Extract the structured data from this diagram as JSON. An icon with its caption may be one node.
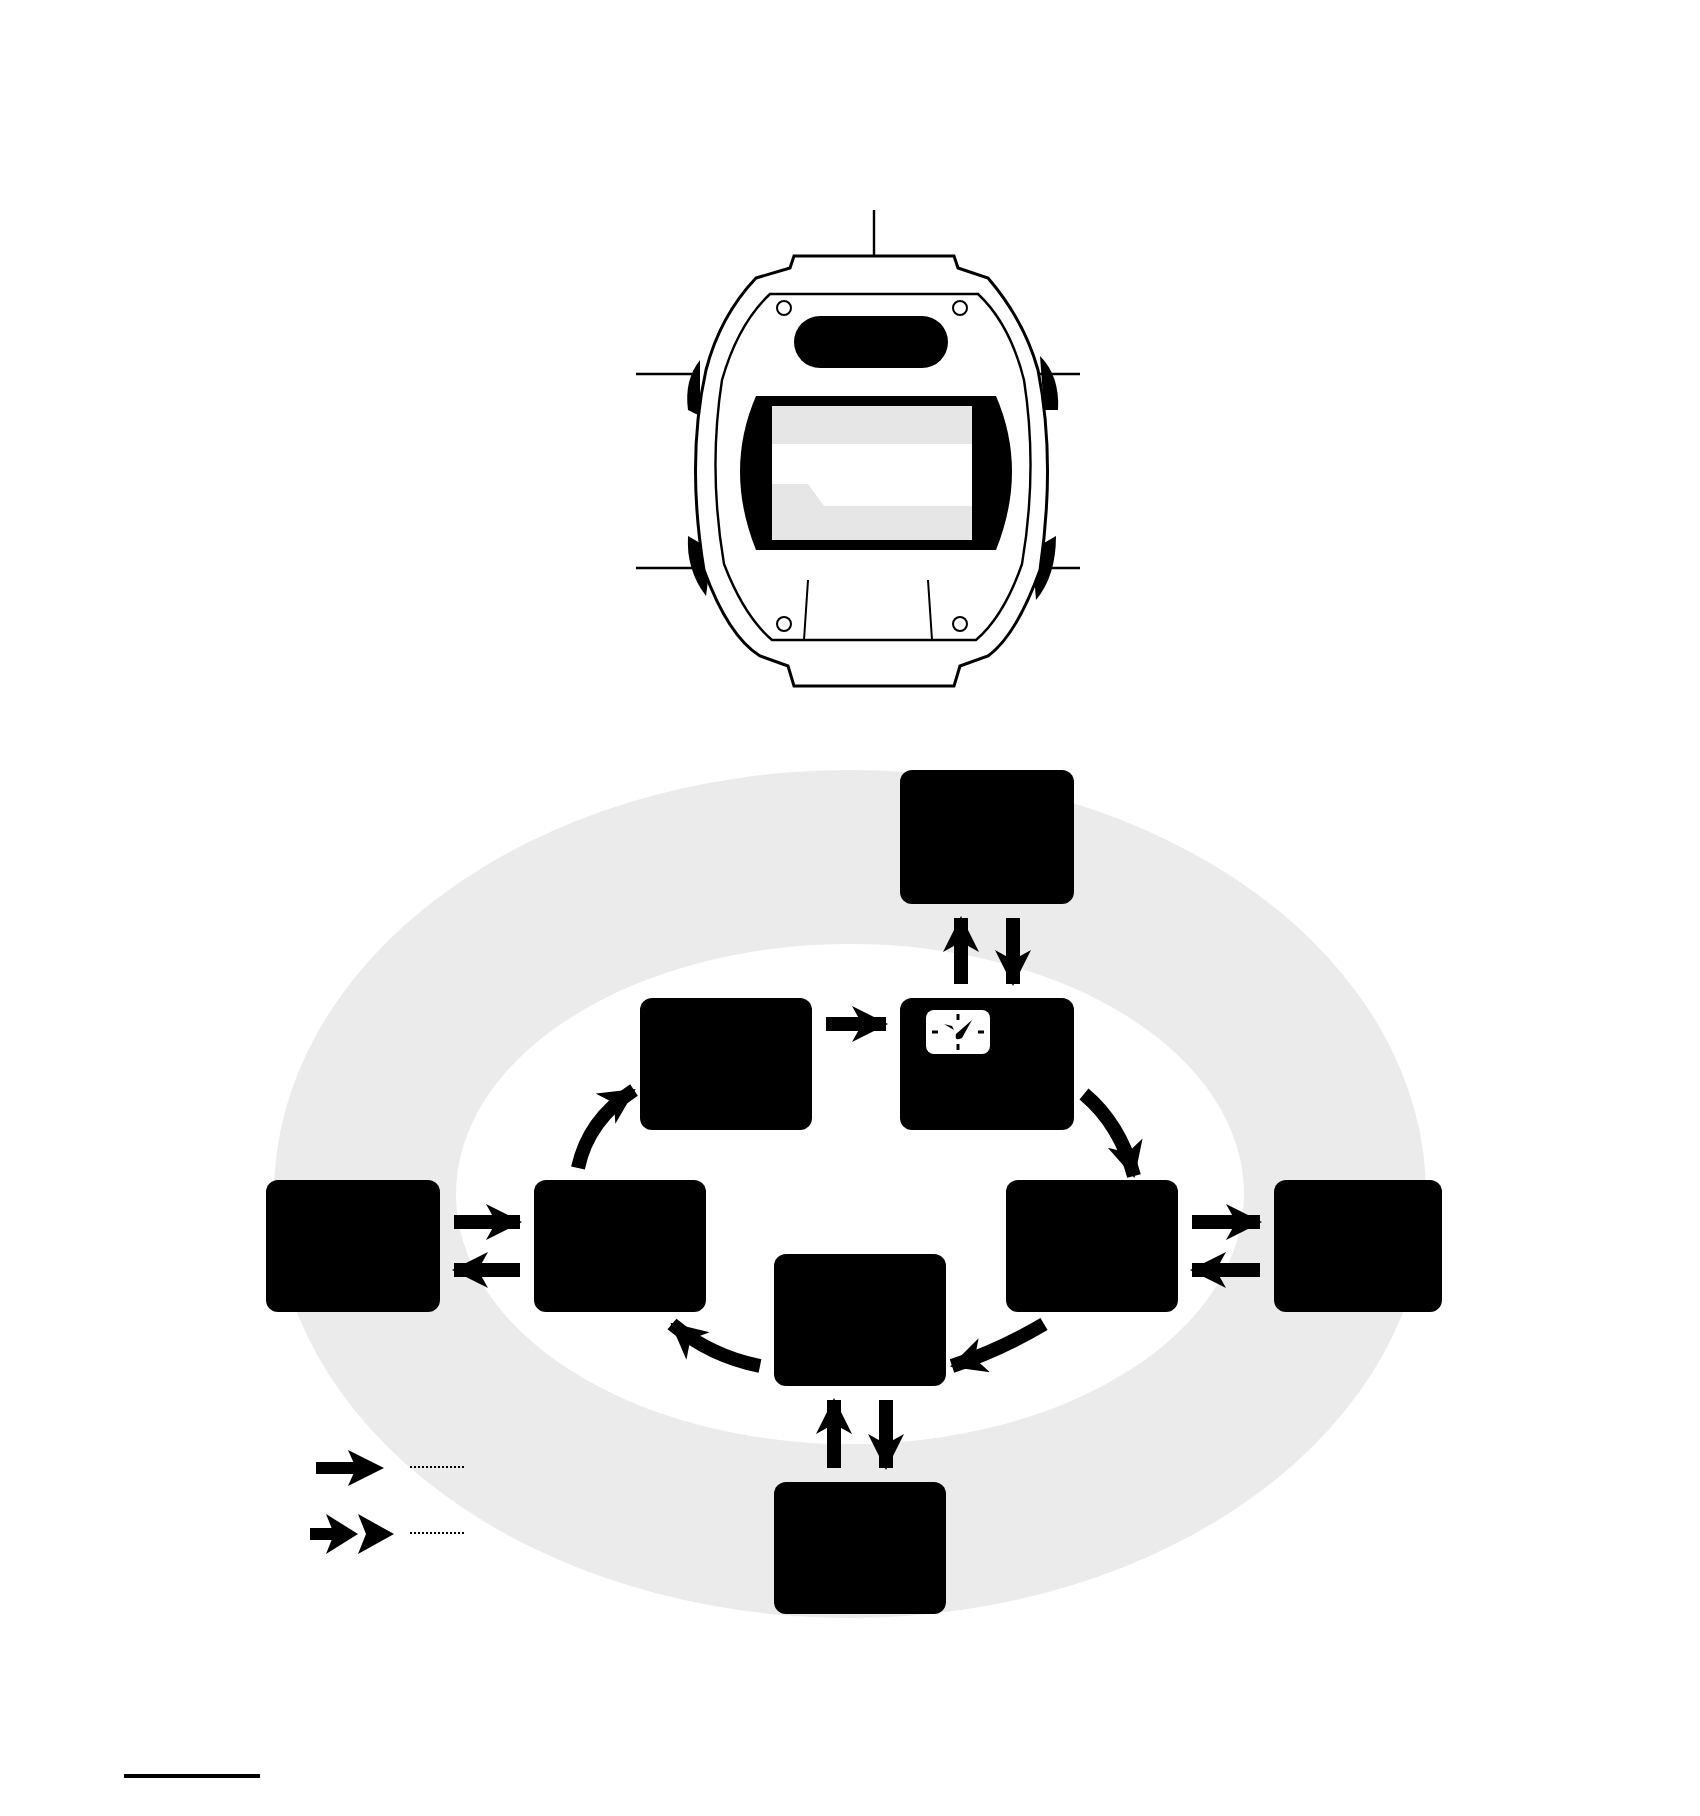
{
  "diagram": {
    "nodes": [
      {
        "text": [],
        "shape": "box"
      },
      {
        "text": [],
        "shape": "box"
      },
      {
        "text": [],
        "shape": "box"
      },
      {
        "text": [],
        "shape": "box"
      },
      {
        "text": [],
        "shape": "box"
      },
      {
        "text": [],
        "shape": "box"
      },
      {
        "text": [],
        "shape": "box"
      },
      {
        "text": [],
        "shape": "box"
      },
      {
        "text": [],
        "shape": "box"
      }
    ],
    "edges": [
      {
        "from": 2,
        "to": 0,
        "arrow": "to"
      },
      {
        "from": 0,
        "to": 2,
        "arrow": "to"
      },
      {
        "from": 1,
        "to": 2,
        "arrow": "to"
      },
      {
        "from": 2,
        "to": 5,
        "arrow": "to"
      },
      {
        "from": 5,
        "to": 6,
        "arrow": "to"
      },
      {
        "from": 6,
        "to": 5,
        "arrow": "to"
      },
      {
        "from": 5,
        "to": 7,
        "arrow": "to"
      },
      {
        "from": 7,
        "to": 8,
        "arrow": "to"
      },
      {
        "from": 8,
        "to": 7,
        "arrow": "to"
      },
      {
        "from": 7,
        "to": 4,
        "arrow": "to"
      },
      {
        "from": 4,
        "to": 3,
        "arrow": "to"
      },
      {
        "from": 3,
        "to": 4,
        "arrow": "to"
      },
      {
        "from": 4,
        "to": 1,
        "arrow": "to"
      }
    ]
  }
}
